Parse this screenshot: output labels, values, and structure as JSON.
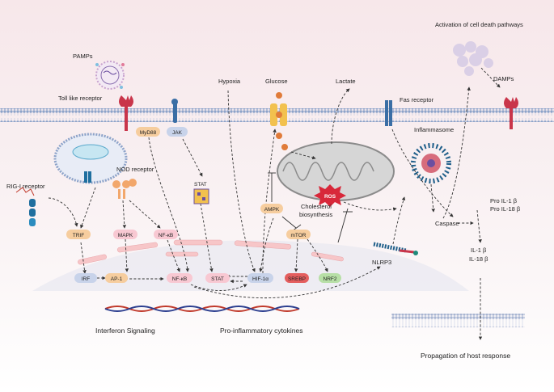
{
  "labels": {
    "death_pathways": "Activation of cell death pathways",
    "pamps": "PAMPs",
    "damps": "DAMPs",
    "hypoxia": "Hypoxia",
    "glucose": "Glucose",
    "lactate": "Lactate",
    "toll_like_receptor": "Toll like receptor",
    "fas_receptor": "Fas receptor",
    "inflammasome": "Inflammasome",
    "rig_i_receptor": "RIG-I receptor",
    "nod_receptor": "NOD receptor",
    "stat_top": "STAT",
    "cholesterol_line1": "Cholesterol",
    "cholesterol_line2": "biosynthesis",
    "caspase": "Caspase",
    "pro_il1b": "Pro IL-1 β",
    "pro_il18b": "Pro IL-18 β",
    "il1b": "IL-1 β",
    "il18b": "IL-18 β",
    "nlrp3": "NLRP3",
    "ros": "ROS",
    "interferon_signaling": "Interferon Signaling",
    "pro_inflammatory": "Pro-inflammatory cytokines",
    "propagation": "Propagation of host response"
  },
  "pills": {
    "myd88": "MyD88",
    "jak": "JAK",
    "trif": "TRIF",
    "mapk": "MAPK",
    "nfkb_top": "NF-κB",
    "ampk": "AMPK",
    "mtor": "mTOR",
    "irf": "IRF",
    "ap1": "AP-1",
    "nfkb": "NF-κB",
    "stat": "STAT",
    "hif1a": "HIF-1α",
    "srebp": "SREBP",
    "nrf2": "NRF2"
  },
  "colors": {
    "pill_orange": "#f6cd9e",
    "pill_pink": "#f8c8d2",
    "pill_blue": "#c8d3ea",
    "pill_red": "#e45e5e",
    "pill_green": "#b7dfa6",
    "receptor_red": "#c9354a",
    "membrane_blue": "#8da3c9",
    "ros_red": "#d8283a"
  }
}
